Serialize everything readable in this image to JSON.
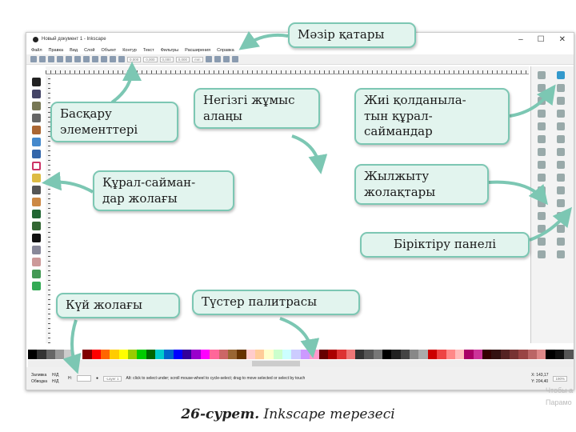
{
  "window": {
    "title": "Новый документ 1 - Inkscape",
    "controls": [
      "–",
      "☐",
      "✕"
    ]
  },
  "menu": [
    "Файл",
    "Правка",
    "Вид",
    "Слой",
    "Объект",
    "Контур",
    "Текст",
    "Фильтры",
    "Расширения",
    "Справка"
  ],
  "toolbar": {
    "x": "0,000",
    "y": "0,000",
    "w": "0,000",
    "h": "0,000",
    "unit": "mm"
  },
  "status": {
    "fill_label": "Заливка",
    "fill_value": "Н/Д",
    "stroke_label": "Обводка",
    "stroke_value": "Н/Д",
    "h_label": "Н:",
    "layer": "-Layer 1",
    "message": "Alt: click to select under; scroll mouse-wheel to cycle-select; drag to move selected or select by touch",
    "coord_x": "X: 143,17",
    "coord_y": "Y: 204,40",
    "zoom": "190%"
  },
  "callouts": {
    "menu": "Мәзір қатары",
    "controls": "Басқару\nэлементтері",
    "workspace": "Негізгі жұмыс\nалаңы",
    "frequent": "Жиі қолданыла-\nтын құрал-\nсаймандар",
    "toolbox": "Құрал-сайман-\nдар жолағы",
    "scrollbars": "Жылжыту\nжолақтары",
    "snap": "Біріктіру панелі",
    "statusbar": "Күй жолағы",
    "palette": "Түстер палитрасы"
  },
  "caption": {
    "number": "26-сурет.",
    "text": " Inkscape терезесі"
  },
  "side_text": [
    "Чтобы а",
    "Парамо"
  ],
  "palette_colors": [
    "#000",
    "#333",
    "#666",
    "#999",
    "#ccc",
    "#fff",
    "#800000",
    "#f00",
    "#f60",
    "#fc0",
    "#ff0",
    "#9c0",
    "#0c0",
    "#060",
    "#0cc",
    "#06c",
    "#00f",
    "#309",
    "#90c",
    "#f0f",
    "#f69",
    "#c66",
    "#963",
    "#630",
    "#fcc",
    "#fc9",
    "#ffc",
    "#cfc",
    "#cff",
    "#ccf",
    "#c9f",
    "#f9c",
    "#600",
    "#a00",
    "#d33",
    "#e77",
    "#333",
    "#555",
    "#777",
    "#000",
    "#222",
    "#444",
    "#888",
    "#aaa",
    "#c00",
    "#e44",
    "#f88",
    "#fbb",
    "#a06",
    "#c39",
    "#300",
    "#311",
    "#522",
    "#733",
    "#944",
    "#b66",
    "#d88",
    "#000",
    "#111",
    "#555"
  ]
}
